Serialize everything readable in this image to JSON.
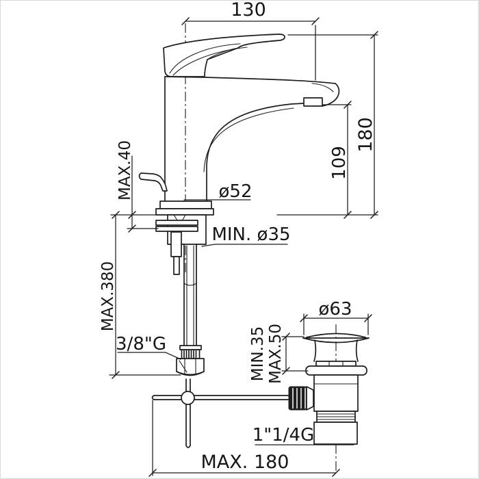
{
  "drawing": {
    "title": "faucet-technical-drawing",
    "background_color": "#ffffff",
    "line_color": "#1c1c1c",
    "labels": {
      "spout_reach": "130",
      "overall_height": "180",
      "spout_outlet_height": "109",
      "max_deck_thickness": "MAX.40",
      "max_hose_length": "MAX.380",
      "base_diameter": "ø52",
      "min_hole_diameter": "MIN. ø35",
      "drain_cap_diameter": "ø63",
      "drain_min_deck": "MIN.35",
      "drain_max_deck": "MAX.50",
      "supply_thread": "3/8\"G",
      "drain_thread": "1\"1/4G",
      "max_rod_reach": "MAX. 180"
    }
  }
}
